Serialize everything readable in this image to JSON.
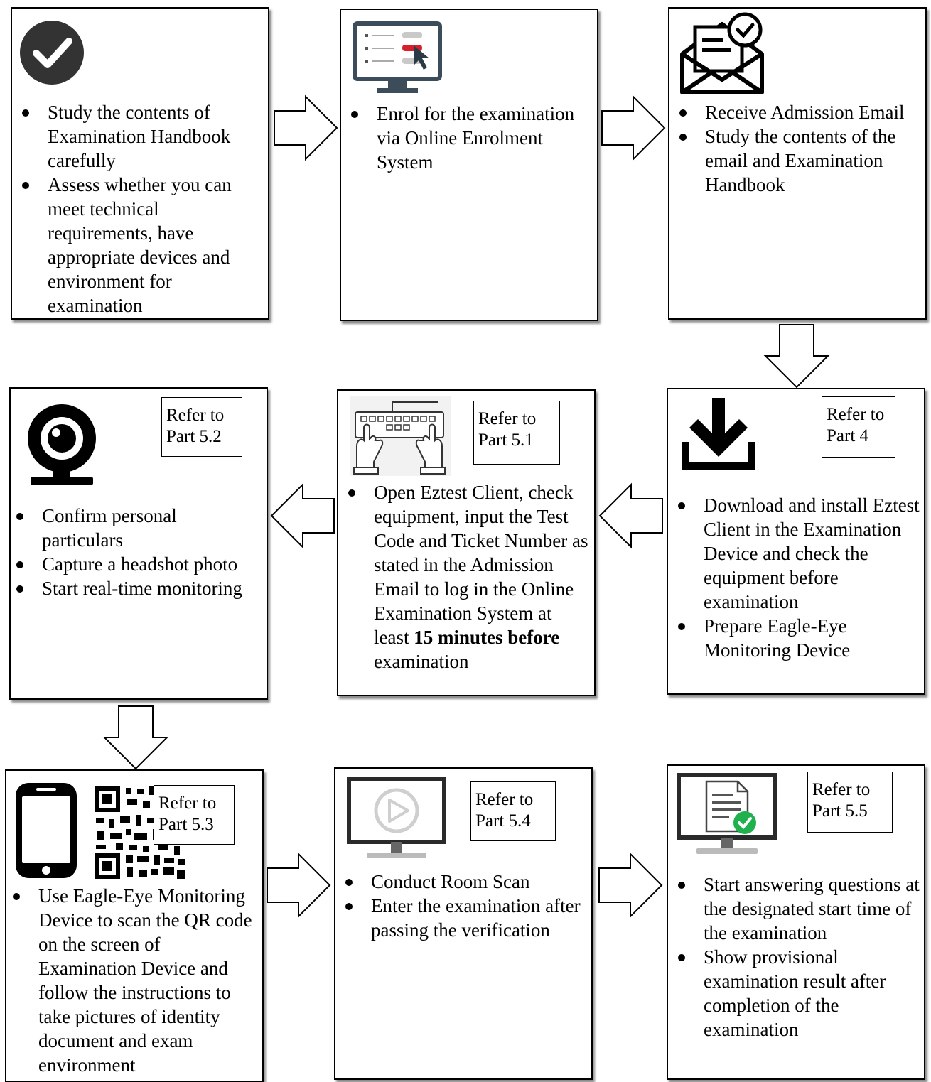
{
  "steps": [
    {
      "items": [
        "Study the contents of Examination Handbook carefully",
        "Assess whether you can meet technical requirements, have appropriate devices and environment for examination"
      ]
    },
    {
      "items": [
        "Enrol for the examination via Online Enrolment System"
      ]
    },
    {
      "items": [
        "Receive Admission Email",
        "Study the contents of the email and Examination Handbook"
      ]
    },
    {
      "ref": "Refer to Part 4",
      "items": [
        "Download and install Eztest Client in the Examination Device and check the equipment before examination",
        "Prepare Eagle-Eye Monitoring Device"
      ]
    },
    {
      "ref": "Refer to Part 5.1",
      "items": [
        "Open Eztest Client, check equipment, input the Test Code and Ticket Number as stated in the Admission Email to log in the Online Examination System at least "
      ],
      "bold": "15 minutes before",
      "tail": " examination"
    },
    {
      "ref": "Refer to Part 5.2",
      "items": [
        "Confirm personal particulars",
        "Capture a headshot photo",
        "Start real-time monitoring"
      ]
    },
    {
      "ref": "Refer to Part 5.3",
      "items": [
        "Use Eagle-Eye Monitoring Device to scan the QR code on the screen of Examination Device and follow the instructions to take pictures of identity document and exam environment"
      ]
    },
    {
      "ref": "Refer to Part 5.4",
      "items": [
        "Conduct Room Scan",
        "Enter the examination after passing the verification"
      ]
    },
    {
      "ref": "Refer to Part 5.5",
      "items": [
        "Start answering questions at the designated start time of the examination",
        "Show provisional examination result after completion of the examination"
      ]
    }
  ],
  "icons": [
    "check-circle-icon",
    "monitor-form-click-icon",
    "email-check-icon",
    "download-icon",
    "keyboard-hands-icon",
    "webcam-icon",
    "smartphone-icon",
    "qr-code-icon",
    "monitor-play-icon",
    "monitor-document-check-icon"
  ],
  "colors": {
    "check_circle": "#333333",
    "accent_red": "#d61f2c",
    "success_green": "#1fb14e"
  }
}
